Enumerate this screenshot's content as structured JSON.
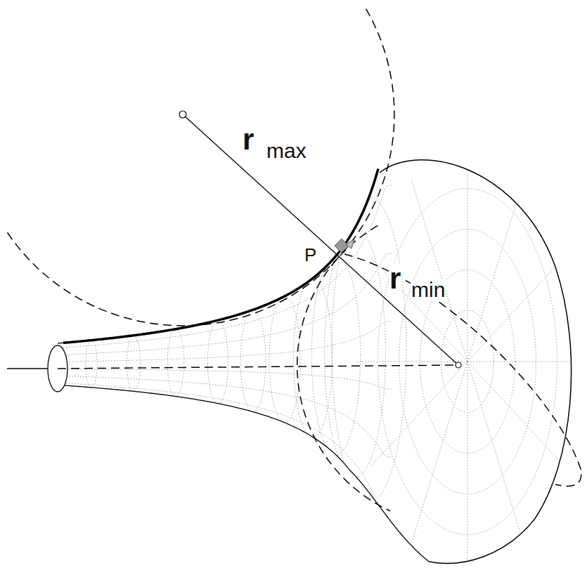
{
  "diagram": {
    "labels": [
      "r",
      "max",
      "P",
      "r",
      "min"
    ]
  }
}
